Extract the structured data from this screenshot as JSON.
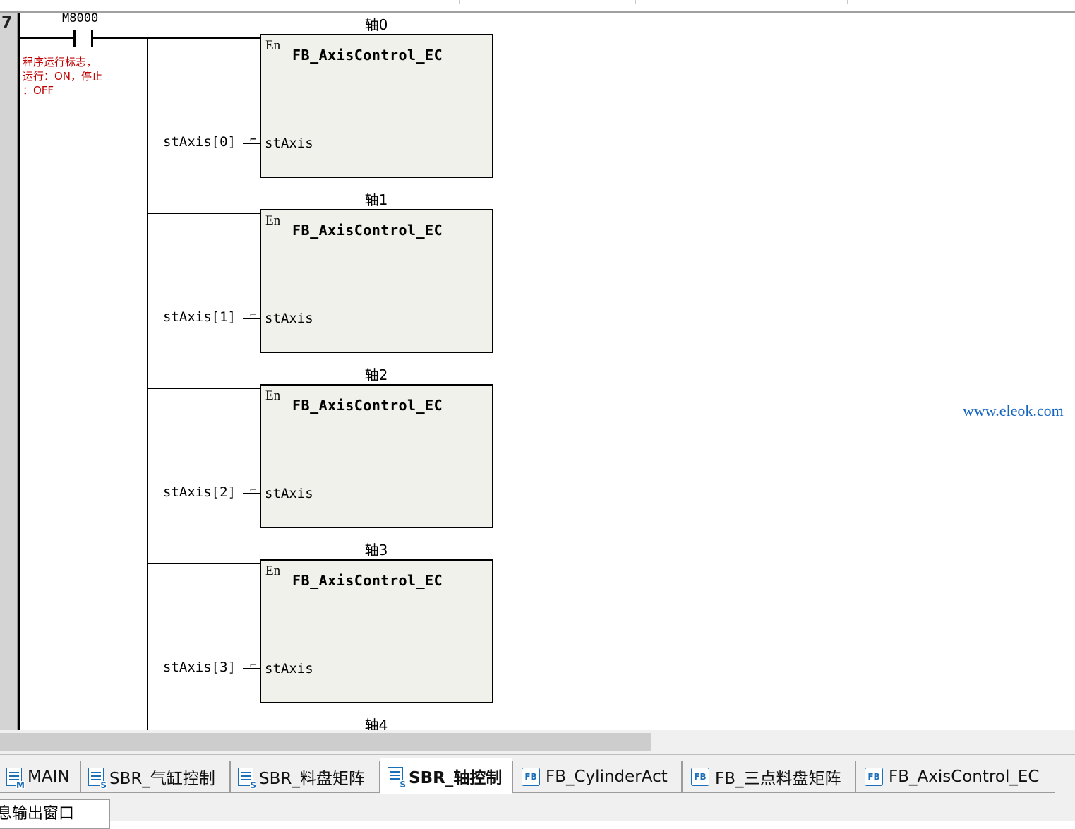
{
  "rung": {
    "number": "7",
    "contact": {
      "address": "M8000",
      "comment_lines": [
        "程序运行标志，",
        "运行：ON，停止",
        "：OFF"
      ]
    },
    "blocks": [
      {
        "title": "轴0",
        "en_label": "En",
        "name": "FB_AxisControl_EC",
        "pin": "stAxis",
        "input": "stAxis[0]"
      },
      {
        "title": "轴1",
        "en_label": "En",
        "name": "FB_AxisControl_EC",
        "pin": "stAxis",
        "input": "stAxis[1]"
      },
      {
        "title": "轴2",
        "en_label": "En",
        "name": "FB_AxisControl_EC",
        "pin": "stAxis",
        "input": "stAxis[2]"
      },
      {
        "title": "轴3",
        "en_label": "En",
        "name": "FB_AxisControl_EC",
        "pin": "stAxis",
        "input": "stAxis[3]"
      }
    ],
    "next_block_title": "轴4"
  },
  "watermark": "www.eleok.com",
  "tabs": [
    {
      "label": "MAIN",
      "icon": "main-program-icon",
      "icon_letter": "M",
      "active": false
    },
    {
      "label": "SBR_气缸控制",
      "icon": "subroutine-icon",
      "icon_letter": "S",
      "active": false
    },
    {
      "label": "SBR_料盘矩阵",
      "icon": "subroutine-icon",
      "icon_letter": "S",
      "active": false
    },
    {
      "label": "SBR_轴控制",
      "icon": "subroutine-icon",
      "icon_letter": "S",
      "active": true
    },
    {
      "label": "FB_CylinderAct",
      "icon": "function-block-icon",
      "icon_letter": "FB",
      "active": false
    },
    {
      "label": "FB_三点料盘矩阵",
      "icon": "function-block-icon",
      "icon_letter": "FB",
      "active": false
    },
    {
      "label": "FB_AxisControl_EC",
      "icon": "function-block-icon",
      "icon_letter": "FB",
      "active": false
    }
  ],
  "bottom_panel": {
    "tab_label": "息输出窗口"
  },
  "colors": {
    "comment": "#c00000",
    "watermark": "#1565c0",
    "fb_fill": "#f1f1ec",
    "icon": "#1a6fb8"
  }
}
